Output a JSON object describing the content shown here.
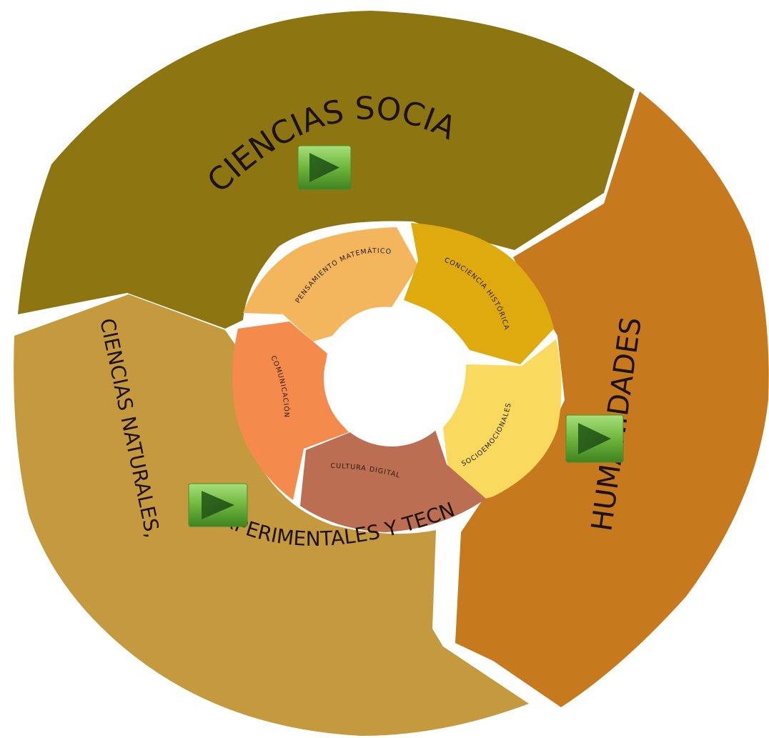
{
  "outer_segments": {
    "ciencias_sociales": {
      "label": "CIENCIAS SOCIALES",
      "color": "#8d7612"
    },
    "humanidades": {
      "label": "HUMANIDADES",
      "color": "#c7791d"
    },
    "ciencias_naturales": {
      "label_line1": "CIENCIAS NATURALES,",
      "label_line2": "EXPERIMENTALES Y TECNOLOGÍA",
      "color": "#c59a3e"
    }
  },
  "inner_segments": {
    "pensamiento": {
      "label": "PENSAMIENTO MATEMÁTICO",
      "color": "#f4b65c"
    },
    "conciencia": {
      "label": "CONCIENCIA HISTÓRICA",
      "color": "#dfaa0e"
    },
    "socioemocionales": {
      "label": "SOCIOEMOCIONALES",
      "color": "#f9d95e"
    },
    "cultura": {
      "label": "CULTURA DIGITAL",
      "color": "#bb6e51"
    },
    "comunicacion": {
      "label": "COMUNICACIÓN",
      "color": "#f48a4c"
    }
  },
  "play_buttons": [
    {
      "icon": "play-icon",
      "target": "ciencias_sociales"
    },
    {
      "icon": "play-icon",
      "target": "humanidades"
    },
    {
      "icon": "play-icon",
      "target": "ciencias_naturales"
    }
  ]
}
